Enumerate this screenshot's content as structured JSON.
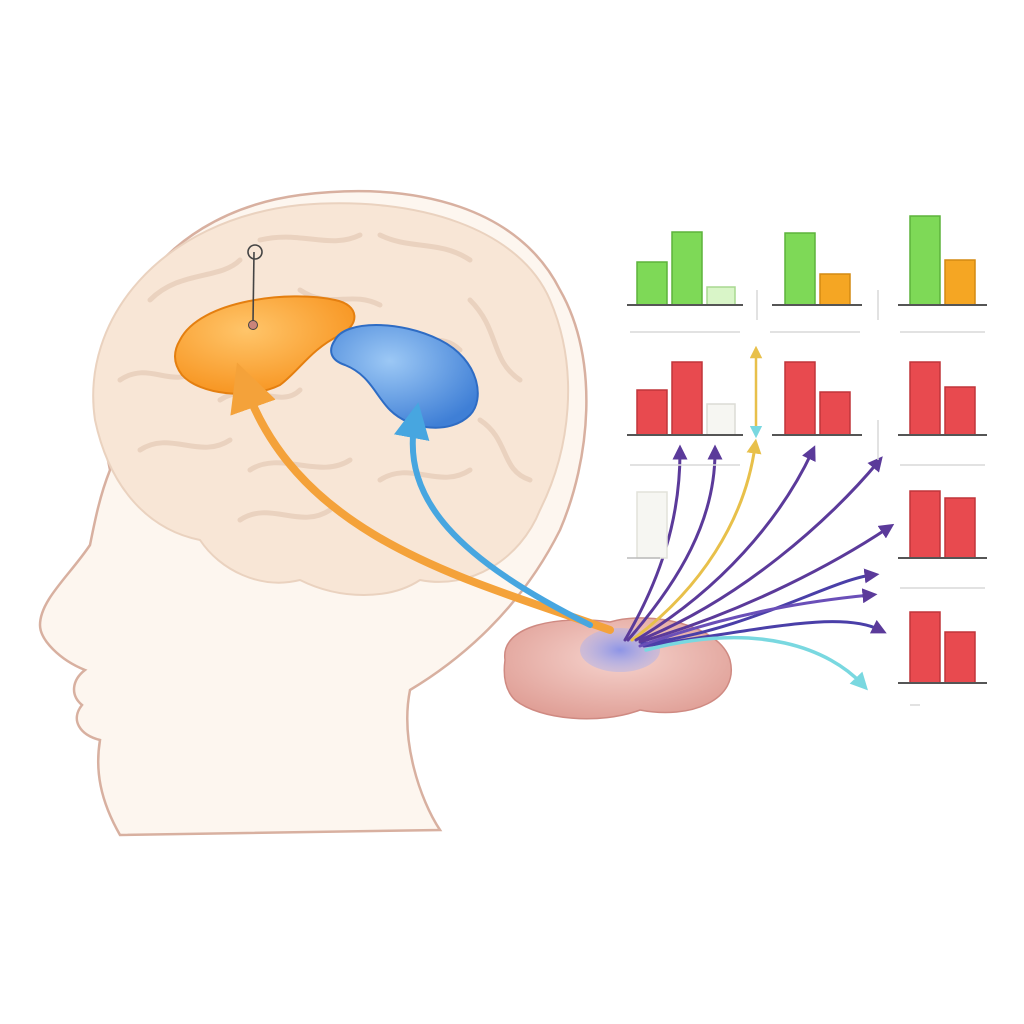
{
  "colors": {
    "background": "#ffffff",
    "head_fill": "#fdf6ef",
    "head_stroke": "#d8b0a0",
    "brain_fill": "#f8e6d6",
    "brain_fold": "#ead2bf",
    "orange_region": "#f7931e",
    "blue_region": "#4a8fe0",
    "lower_structure": "#e7a6a0",
    "lower_hub": "#7f86d8",
    "orange_arrow": "#f4a23a",
    "blue_arrow": "#47a6e0",
    "purple_arrow": "#6a3fa8",
    "teal_arrow": "#79d8e0",
    "bar_green": "#7ed957",
    "bar_orange": "#f5a623",
    "bar_red": "#e84a4f",
    "bar_faded": "#eef0ea",
    "baseline": "#555555",
    "divider": "#d9d9d9"
  },
  "diagram": {
    "elements": [
      "head-profile",
      "brain",
      "orange-brain-region",
      "blue-brain-region",
      "lower-structure",
      "electrode-marker"
    ],
    "arrows": [
      {
        "name": "orange-arrow",
        "color": "orange"
      },
      {
        "name": "blue-arrow",
        "color": "blue"
      },
      {
        "name": "fan-arrow",
        "color": "purple",
        "count": 8
      },
      {
        "name": "fan-arrow",
        "color": "yellow",
        "count": 1
      },
      {
        "name": "fan-arrow",
        "color": "teal",
        "count": 1
      }
    ],
    "charts": [
      {
        "row": 1,
        "col": 1,
        "bars": [
          {
            "color": "green",
            "level": 0.45
          },
          {
            "color": "green",
            "level": 0.75
          },
          {
            "color": "faded-green",
            "level": 0.18
          }
        ]
      },
      {
        "row": 1,
        "col": 2,
        "bars": [
          {
            "color": "green",
            "level": 0.75
          },
          {
            "color": "orange",
            "level": 0.32
          }
        ]
      },
      {
        "row": 1,
        "col": 3,
        "bars": [
          {
            "color": "green",
            "level": 0.9
          },
          {
            "color": "orange",
            "level": 0.47
          }
        ]
      },
      {
        "row": 2,
        "col": 1,
        "bars": [
          {
            "color": "red",
            "level": 0.47
          },
          {
            "color": "red",
            "level": 0.75
          },
          {
            "color": "faded",
            "level": 0.32
          }
        ]
      },
      {
        "row": 2,
        "col": 2,
        "bars": [
          {
            "color": "red",
            "level": 0.75
          },
          {
            "color": "red",
            "level": 0.45
          }
        ]
      },
      {
        "row": 2,
        "col": 3,
        "bars": [
          {
            "color": "red",
            "level": 0.75
          },
          {
            "color": "red",
            "level": 0.5
          }
        ]
      },
      {
        "row": 3,
        "col": 1,
        "bars": [
          {
            "color": "faded",
            "level": 0.6
          }
        ]
      },
      {
        "row": 3,
        "col": 3,
        "bars": [
          {
            "color": "red",
            "level": 0.67
          },
          {
            "color": "red",
            "level": 0.6
          }
        ]
      },
      {
        "row": 4,
        "col": 3,
        "bars": [
          {
            "color": "red",
            "level": 0.7
          },
          {
            "color": "red",
            "level": 0.5
          }
        ]
      }
    ]
  }
}
